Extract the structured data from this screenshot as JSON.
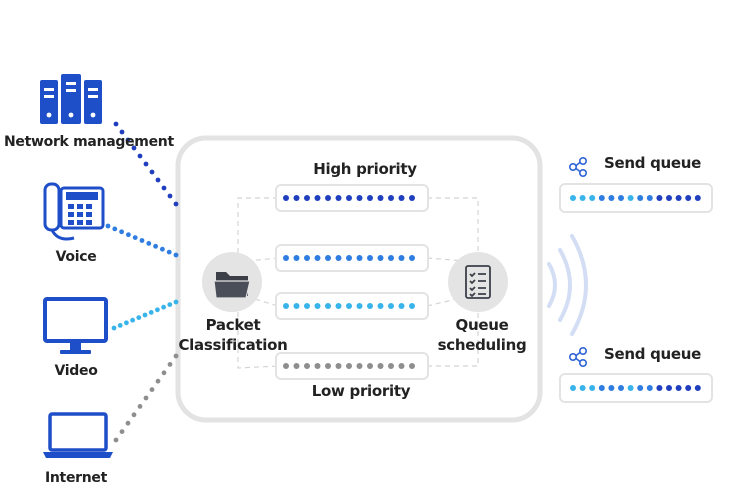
{
  "sources": [
    {
      "label": "Network management",
      "icon": "server-rack-icon",
      "dot_color": "#1f3fbf"
    },
    {
      "label": "Voice",
      "icon": "desk-phone-icon",
      "dot_color": "#2f7de0"
    },
    {
      "label": "Video",
      "icon": "monitor-icon",
      "dot_color": "#39b4ea"
    },
    {
      "label": "Internet",
      "icon": "laptop-icon",
      "dot_color": "#8e8e8e"
    }
  ],
  "classifier": {
    "label_line1": "Packet",
    "label_line2": "Classification",
    "icon": "folder-icon"
  },
  "scheduler": {
    "label_line1": "Queue",
    "label_line2": "scheduling",
    "icon": "checklist-icon"
  },
  "priority": {
    "high_label": "High priority",
    "low_label": "Low priority"
  },
  "queues": [
    {
      "color": "#1f3fbf"
    },
    {
      "color": "#2f7de0"
    },
    {
      "color": "#39b4ea"
    },
    {
      "color": "#8e8e8e"
    }
  ],
  "send_queues": [
    {
      "label": "Send queue",
      "icon": "share-icon"
    },
    {
      "label": "Send queue",
      "icon": "share-icon"
    }
  ],
  "colors": {
    "dark_blue": "#1f3fbf",
    "mid_blue": "#2f7de0",
    "light_blue": "#39b4ea",
    "gray": "#8e8e8e",
    "icon_blue": "#1f4fc8",
    "wave": "#cfdcf5"
  }
}
